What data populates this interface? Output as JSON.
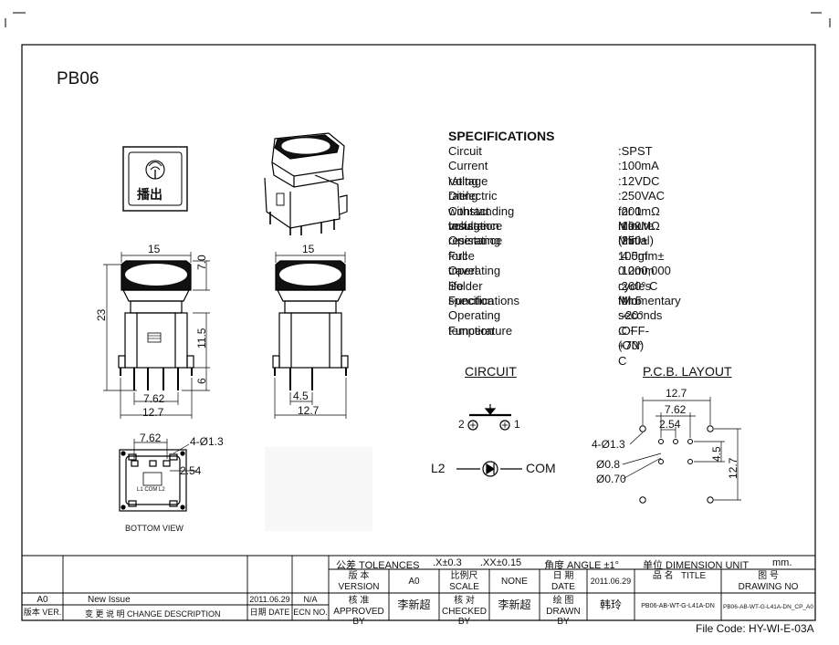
{
  "title": "PB06",
  "specs_title": "SPECIFICATIONS",
  "specs": [
    {
      "label": "Circuit",
      "value": ":SPST"
    },
    {
      "label": "Current rating",
      "value": ":100mA"
    },
    {
      "label": "Voltage rating",
      "value": ":12VDC"
    },
    {
      "label": "Dielectric withstanding voltage",
      "value": ":250VAC for 1 minute"
    },
    {
      "label": "Contact resistance",
      "value": ":200mΩ  Max. (Initial)"
    },
    {
      "label": "Insulation resistance",
      "value": ":100MΩ  Min."
    },
    {
      "label": "Operating force",
      "value": ":250± 100gf"
    },
    {
      "label": "Full travel",
      "value": ":4.5mm± 0.2mm"
    },
    {
      "label": "Operating life",
      "value": ":1000,000 cycles Min"
    },
    {
      "label": "Solder specifications",
      "value": ":260° C for 5 seconds"
    },
    {
      "label": "Function",
      "value": ":Momentary"
    },
    {
      "label": "Operating temperature",
      "value": ":-20° C ~ +70° C"
    },
    {
      "label": "Function",
      "value": ":OFF-(ON)"
    }
  ],
  "button_legend": "播出",
  "dims": {
    "front_width": "15",
    "front_cap_h": "7.0",
    "front_total_h": "23",
    "front_body_h": "11.5",
    "front_pin_h": "6",
    "front_pin_pitch_a": "7.62",
    "front_pin_pitch_b": "12.7",
    "side_width": "15",
    "side_a": "4.5",
    "side_b": "12.7",
    "bottom_a": "7.62",
    "bottom_hole": "4-Ø1.3",
    "bottom_b": "2.54",
    "bottom_pins": "L1  COM  L2",
    "bottom_caption": "BOTTOM VIEW"
  },
  "circuit": {
    "title": "CIRCUIT",
    "pin2": "2",
    "pin1": "1",
    "l2": "L2",
    "com": "COM"
  },
  "pcb": {
    "title": "P.C.B. LAYOUT",
    "d127": "12.7",
    "d762": "7.62",
    "d254": "2.54",
    "holes": "4-Ø1.3",
    "d08": "Ø0.8",
    "d070": "Ø0.70",
    "d45": "4.5",
    "d127v": "12.7"
  },
  "title_block": {
    "tolerance": "公差 TOLEANCES",
    "tol1": ".X±0.3",
    "tol2": ".XX±0.15",
    "angle": "角度 ANGLE ±1°",
    "unit": "单位  DIMENSION UNIT",
    "unit_val": "mm.",
    "version_cn": "版 本",
    "version": "VERSION",
    "version_val": "A0",
    "scale_cn": "比例尺",
    "scale": "SCALE",
    "scale_val": "NONE",
    "date_cn": "日 期",
    "date": "DATE",
    "date_val": "2011.06.29",
    "name_cn": "品 名",
    "name": "TITLE",
    "dwg_cn": "图 号",
    "dwg": "DRAWING NO",
    "approved_cn": "核 准",
    "approved": "APPROVED BY",
    "approved_val": "李新超",
    "checked_cn": "核 对",
    "checked": "CHECKED BY",
    "checked_val": "李新超",
    "drawn_cn": "绘 图",
    "drawn": "DRAWN BY",
    "drawn_val": "韩玲",
    "title_val": "PB06-AB-WT-G-L41A-DN",
    "dwg_val": "PB06-AB-WT-G-L41A-DN_CP_A0",
    "rev_ver": "A0",
    "rev_desc": "New Issue",
    "rev_date": "2011.06.29",
    "rev_ecn": "N/A",
    "h_ver": "版本 VER.",
    "h_desc": "变 更 说 明   CHANGE DESCRIPTION",
    "h_date": "日期 DATE",
    "h_ecn": "ECN NO."
  },
  "file_code": "File Code: HY-WI-E-03A"
}
